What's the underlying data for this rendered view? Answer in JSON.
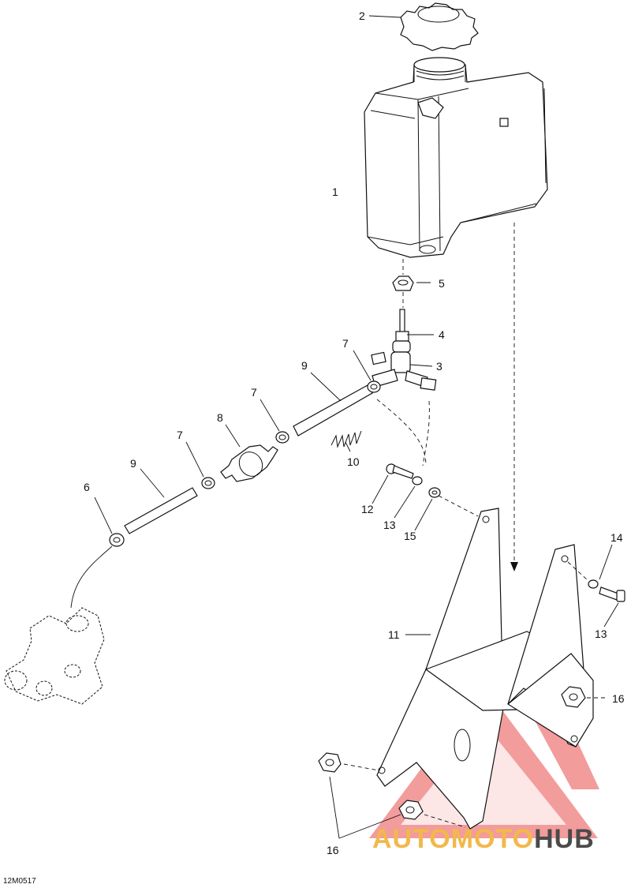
{
  "diagram": {
    "reference_code": "12M0517",
    "callouts": [
      {
        "id": "c1",
        "label": "1"
      },
      {
        "id": "c2",
        "label": "2"
      },
      {
        "id": "c3",
        "label": "3"
      },
      {
        "id": "c4",
        "label": "4"
      },
      {
        "id": "c5",
        "label": "5"
      },
      {
        "id": "c6",
        "label": "6"
      },
      {
        "id": "c7a",
        "label": "7"
      },
      {
        "id": "c7b",
        "label": "7"
      },
      {
        "id": "c7c",
        "label": "7"
      },
      {
        "id": "c8",
        "label": "8"
      },
      {
        "id": "c9a",
        "label": "9"
      },
      {
        "id": "c9b",
        "label": "9"
      },
      {
        "id": "c10",
        "label": "10"
      },
      {
        "id": "c11",
        "label": "11"
      },
      {
        "id": "c12",
        "label": "12"
      },
      {
        "id": "c13a",
        "label": "13"
      },
      {
        "id": "c13b",
        "label": "13"
      },
      {
        "id": "c14",
        "label": "14"
      },
      {
        "id": "c15",
        "label": "15"
      },
      {
        "id": "c16a",
        "label": "16"
      },
      {
        "id": "c16b",
        "label": "16"
      }
    ]
  },
  "watermark": {
    "text_part1": "AUTO",
    "text_part2": "MOTO",
    "text_part3": "HUB",
    "color_part1": "#f2b84a",
    "color_part2": "#f2b84a",
    "color_part3": "#4a4a4a",
    "mark_color": "#e84a4a"
  }
}
